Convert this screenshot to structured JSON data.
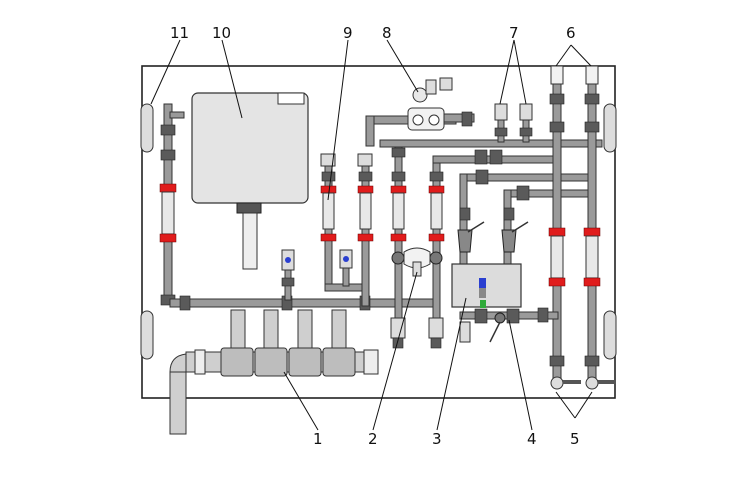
{
  "callouts": [
    {
      "id": "1",
      "label": "1"
    },
    {
      "id": "2",
      "label": "2"
    },
    {
      "id": "3",
      "label": "3"
    },
    {
      "id": "4",
      "label": "4"
    },
    {
      "id": "5",
      "label": "5"
    },
    {
      "id": "6",
      "label": "6"
    },
    {
      "id": "7",
      "label": "7"
    },
    {
      "id": "8",
      "label": "8"
    },
    {
      "id": "9",
      "label": "9"
    },
    {
      "id": "10",
      "label": "10"
    },
    {
      "id": "11",
      "label": "11"
    }
  ],
  "colors": {
    "pipe": "#9a9a9a",
    "clamp": "#5a5a5a",
    "accent_red": "#e01c1c",
    "accent_blue": "#2a3fd0",
    "accent_green": "#2faa3a",
    "frame": "#222222"
  }
}
